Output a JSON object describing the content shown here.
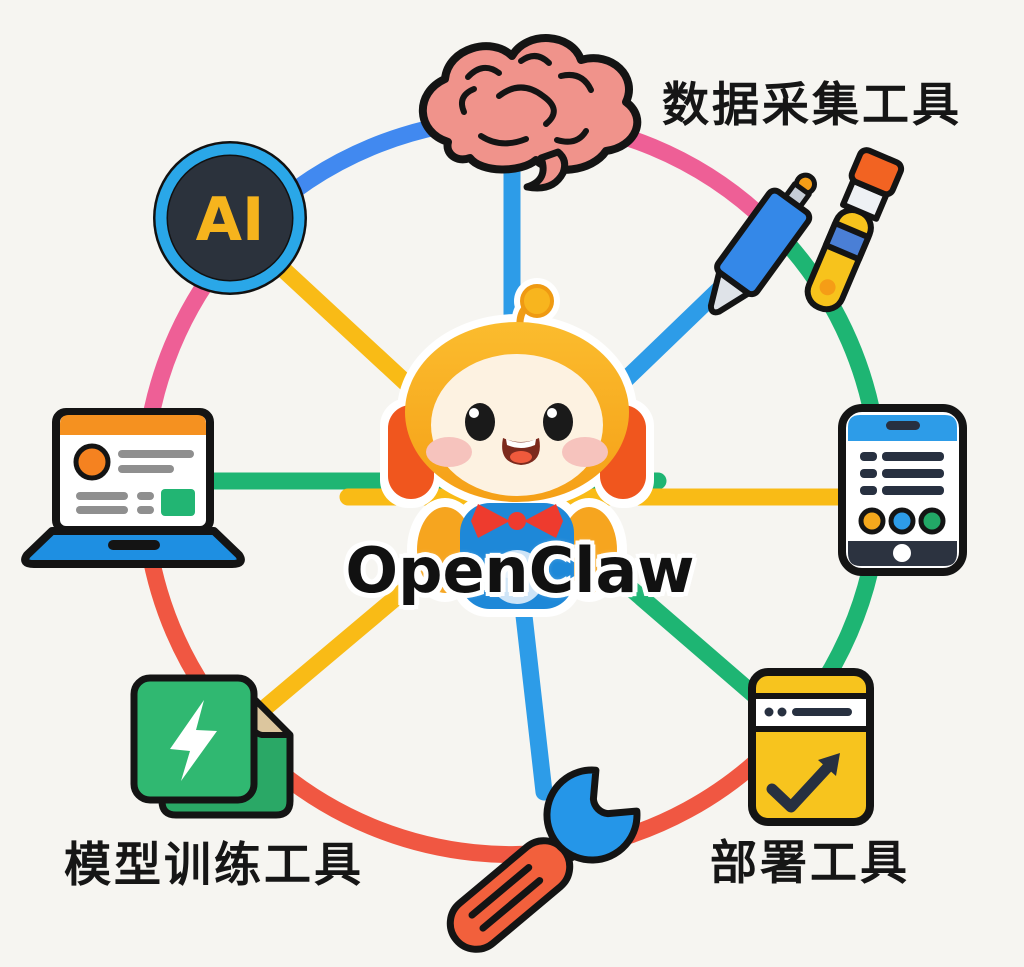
{
  "title": "OpenClaw",
  "center": {
    "name_label": "OpenClaw",
    "mascot": "robot-mascot"
  },
  "labels": {
    "data_collection": "数据采集工具",
    "model_training": "模型训练工具",
    "deployment": "部署工具"
  },
  "badge": {
    "ai": "AI"
  },
  "icons": [
    "brain-icon",
    "pen-and-marker-icon",
    "phone-icon",
    "deploy-server-icon",
    "wrench-icon",
    "training-docs-icon",
    "laptop-icon",
    "ai-badge-icon"
  ],
  "colors": {
    "background": "#f6f5f1",
    "ring_pink": "#ee5f96",
    "ring_blue": "#4189f0",
    "ring_green": "#1eb573",
    "ring_red": "#f05742",
    "spoke_blue": "#2d9ce8",
    "spoke_yellow": "#f9bb16",
    "spoke_green": "#1eb573",
    "text": "#161616",
    "ai_badge_bg": "#2b323c",
    "ai_badge_ring": "#2aa7e8",
    "ai_badge_text": "#f6b41d"
  }
}
